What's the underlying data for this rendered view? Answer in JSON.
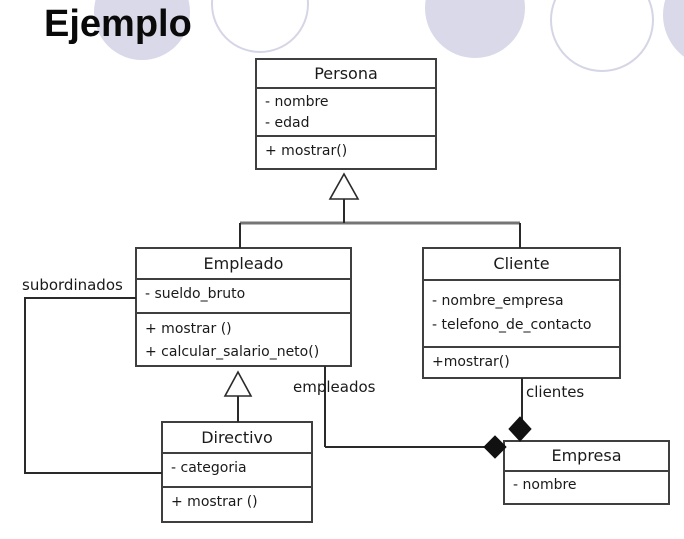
{
  "title": "Ejemplo",
  "diagram": {
    "classes": {
      "persona": {
        "name": "Persona",
        "attributes": [
          "- nombre",
          "- edad"
        ],
        "methods": [
          "+ mostrar()"
        ]
      },
      "empleado": {
        "name": "Empleado",
        "attributes": [
          "- sueldo_bruto"
        ],
        "methods": [
          "+ mostrar ()",
          "+ calcular_salario_neto()"
        ]
      },
      "cliente": {
        "name": "Cliente",
        "attributes": [
          "- nombre_empresa",
          "- telefono_de_contacto"
        ],
        "methods": [
          "+mostrar()"
        ]
      },
      "directivo": {
        "name": "Directivo",
        "attributes": [
          "- categoria"
        ],
        "methods": [
          "+ mostrar ()"
        ]
      },
      "empresa": {
        "name": "Empresa",
        "attributes": [
          "- nombre"
        ],
        "methods": []
      }
    },
    "labels": {
      "subordinados": "subordinados",
      "empleados": "empleados",
      "clientes": "clientes"
    },
    "colors": {
      "box_border": "#3f3f3f",
      "line_black": "#2a2a2a",
      "connector_gray": "#757575",
      "diamond": "#111111",
      "circle_fill": "#d9d9ea",
      "circle_stroke": "#d5d5e6"
    }
  }
}
